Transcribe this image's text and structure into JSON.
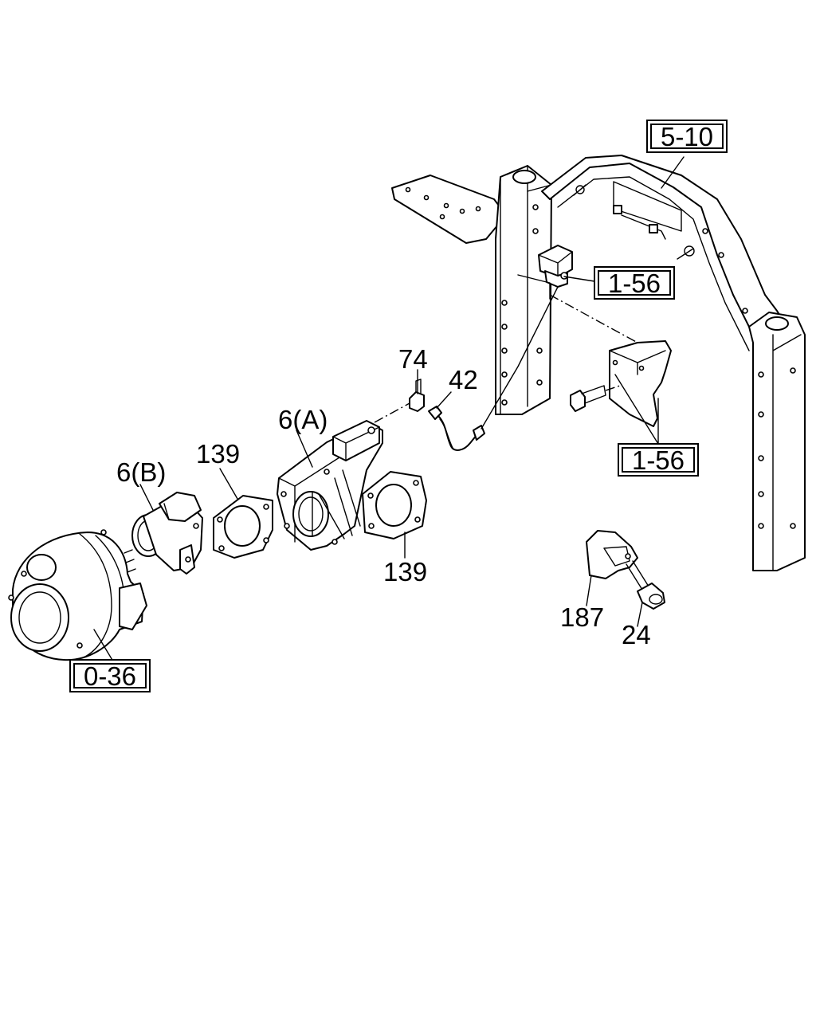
{
  "callouts": {
    "part_74": "74",
    "part_42": "42",
    "part_6a": "6(A)",
    "part_6b": "6(B)",
    "part_139_left": "139",
    "part_139_right": "139",
    "part_187": "187",
    "part_24": "24"
  },
  "references": {
    "ref_5_10": "5-10",
    "ref_1_56_top": "1-56",
    "ref_1_56_bottom": "1-56",
    "ref_0_36": "0-36"
  }
}
